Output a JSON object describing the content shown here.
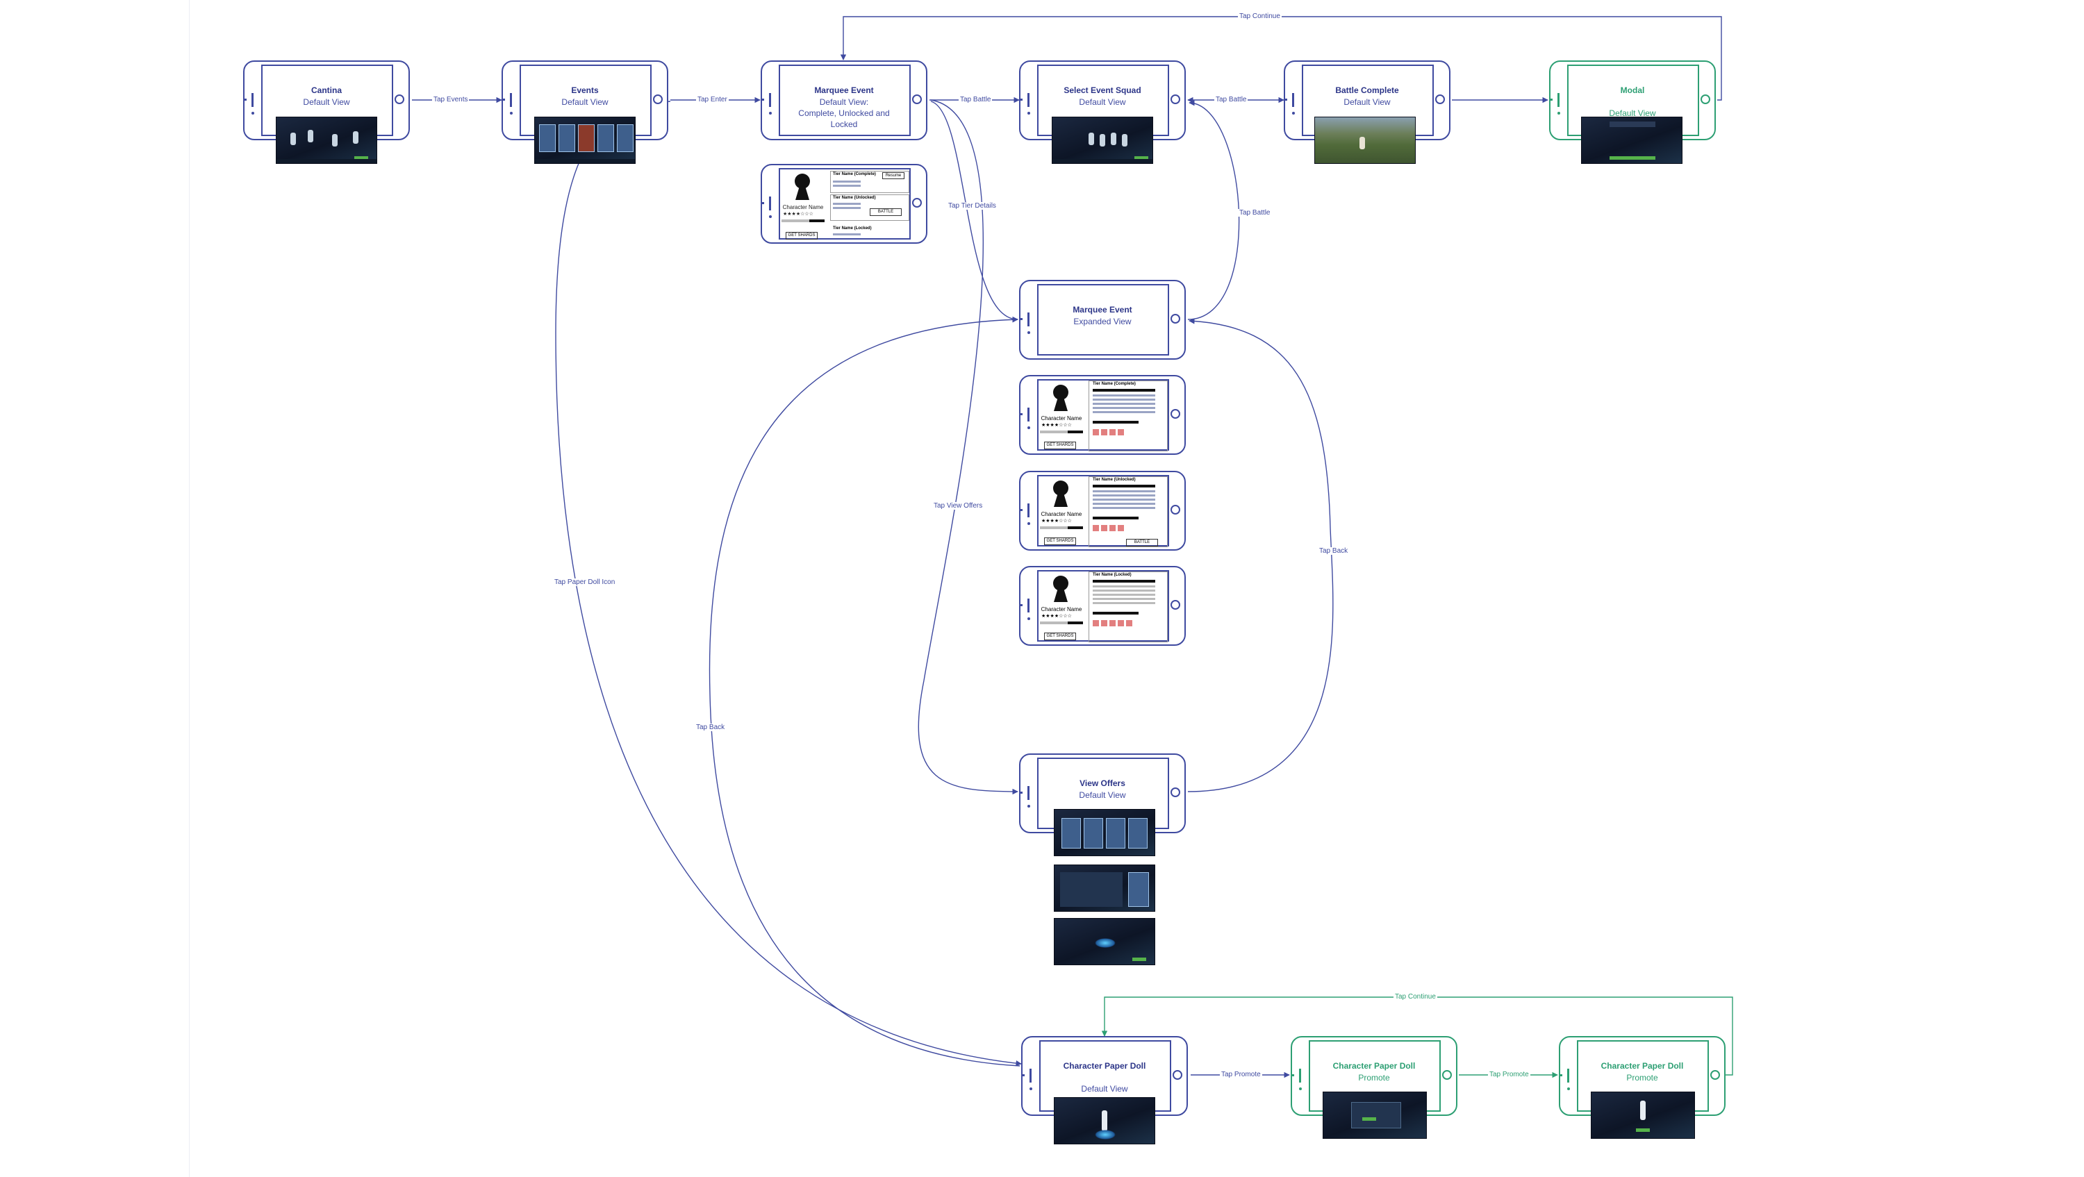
{
  "colors": {
    "primary": "#3f4aa0",
    "title": "#2c3588",
    "accent_green": "#2d9f73"
  },
  "screens": {
    "cantina": {
      "title": "Cantina",
      "subtitle": "Default View"
    },
    "events": {
      "title": "Events",
      "subtitle": "Default View"
    },
    "marquee_default": {
      "title": "Marquee Event",
      "subtitle_l1": "Default View:",
      "subtitle_l2": "Complete, Unlocked and",
      "subtitle_l3": "Locked"
    },
    "select_squad": {
      "title": "Select Event Squad",
      "subtitle": "Default View"
    },
    "battle_complete": {
      "title": "Battle Complete",
      "subtitle": "Default View"
    },
    "modal": {
      "title": "Modal",
      "subtitle": "Default View"
    },
    "marquee_expanded": {
      "title": "Marquee Event",
      "subtitle": "Expanded View"
    },
    "view_offers": {
      "title": "View Offers",
      "subtitle": "Default View"
    },
    "paper_doll_default": {
      "title": "Character Paper Doll",
      "subtitle": "Default View"
    },
    "paper_doll_promote1": {
      "title": "Character Paper Doll",
      "subtitle": "Promote"
    },
    "paper_doll_promote2": {
      "title": "Character Paper Doll",
      "subtitle": "Promote"
    }
  },
  "cards": {
    "character_name": "Character Name",
    "stars": "★★★★☆☆☆",
    "get_shards": "GET SHARDS",
    "tier_complete": "Tier Name (Complete)",
    "tier_unlocked": "Tier Name (Unlocked)",
    "tier_locked": "Tier Name (Locked)",
    "resume": "Resume",
    "battle": "BATTLE"
  },
  "edges": {
    "tap_events": "Tap Events",
    "tap_enter": "Tap Enter",
    "tap_battle_1": "Tap Battle",
    "tap_battle_2": "Tap Battle",
    "tap_battle_3": "Tap Battle",
    "tap_continue_top": "Tap Continue",
    "tap_tier_details": "Tap Tier Details",
    "tap_view_offers": "Tap View Offers",
    "tap_back_right": "Tap Back",
    "tap_back_left": "Tap Back",
    "tap_paper_doll_icon": "Tap Paper Doll Icon",
    "tap_promote_1": "Tap Promote",
    "tap_promote_2": "Tap Promote",
    "tap_continue_bottom": "Tap Continue"
  }
}
